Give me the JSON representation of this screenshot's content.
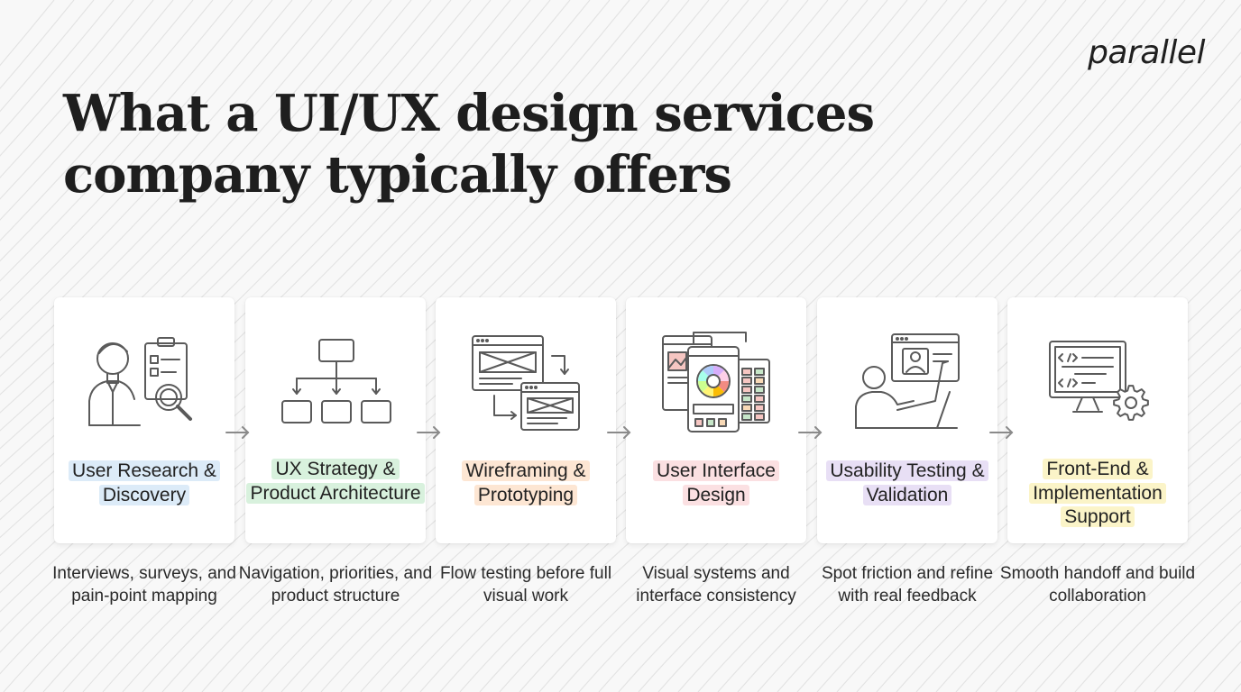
{
  "brand": {
    "logo": "parallel"
  },
  "title": {
    "line1": "What a UI/UX design services",
    "line2": "company typically offers"
  },
  "steps": [
    {
      "label": "User Research & Discovery",
      "description": "Interviews, surveys, and pain-point mapping",
      "highlight_color": "#dcebf8",
      "icon": "user-research-icon"
    },
    {
      "label": "UX Strategy & Product Architecture",
      "description": "Navigation, priorities, and product structure",
      "highlight_color": "#d8f1dd",
      "icon": "sitemap-icon"
    },
    {
      "label": "Wireframing & Prototyping",
      "description": "Flow testing before full visual work",
      "highlight_color": "#fde6d3",
      "icon": "wireframe-icon"
    },
    {
      "label": "User Interface Design",
      "description": "Visual systems and interface consistency",
      "highlight_color": "#fbe0e2",
      "icon": "ui-palette-icon"
    },
    {
      "label": "Usability Testing & Validation",
      "description": "Spot friction and refine with real feedback",
      "highlight_color": "#e8dff5",
      "icon": "usability-test-icon"
    },
    {
      "label": "Front-End & Implementation Support",
      "description": "Smooth handoff and build collaboration",
      "highlight_color": "#fbf4c8",
      "icon": "code-gear-icon"
    }
  ],
  "colors": {
    "text": "#1e1e1e",
    "icon_stroke": "#5a5a5a",
    "palette_wheel": [
      "#f28b82",
      "#fbbc04",
      "#fff475",
      "#ccff90",
      "#a7ffeb",
      "#aecbfa",
      "#d7aefb",
      "#fdcfe8"
    ]
  }
}
